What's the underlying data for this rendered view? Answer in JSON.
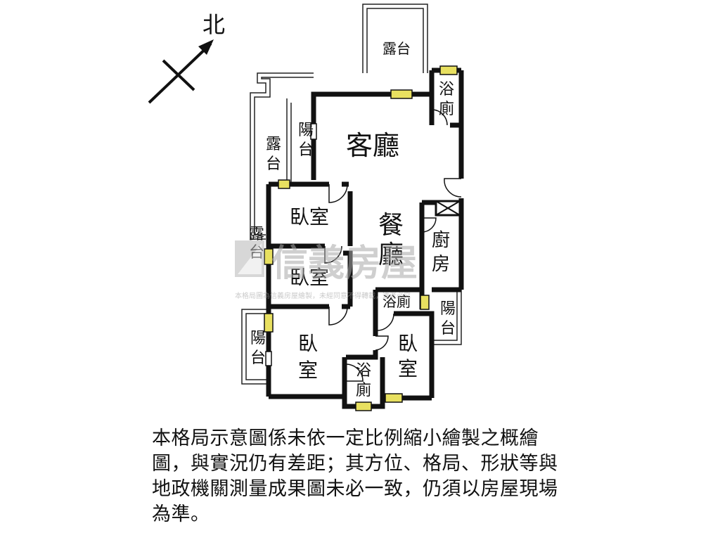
{
  "compass": {
    "label": "北"
  },
  "rooms": {
    "terrace_top": "露台",
    "bath_top": [
      "浴",
      "廁"
    ],
    "balcony_upper": [
      "陽",
      "台"
    ],
    "terrace_left_upper": [
      "露",
      "台"
    ],
    "living_room": "客廳",
    "bedroom_1": "臥室",
    "dining_room": [
      "餐",
      "廳"
    ],
    "kitchen": [
      "廚",
      "房"
    ],
    "terrace_left_mid": [
      "露",
      "台"
    ],
    "bedroom_2": "臥室",
    "bath_mid": "浴廁",
    "balcony_right": [
      "陽",
      "台"
    ],
    "balcony_left_lower": [
      "陽",
      "台"
    ],
    "bedroom_3": [
      "臥",
      "室"
    ],
    "bath_bottom": [
      "浴",
      "廁"
    ],
    "bedroom_4": [
      "臥",
      "室"
    ]
  },
  "watermark": {
    "brand": "信義房屋",
    "note": "本格局圖為信義房屋繪製，未經同意不得轉載，違者必究"
  },
  "disclaimer": "本格局示意圖係未依一定比例縮小繪製之概繪圖，與實況仍有差距；其方位、格局、形狀等與地政機關測量成果圖未必一致，仍須以房屋現場為準。",
  "colors": {
    "wall": "#111111",
    "window": "#e8e060",
    "watermark": "#c8c8c8"
  }
}
